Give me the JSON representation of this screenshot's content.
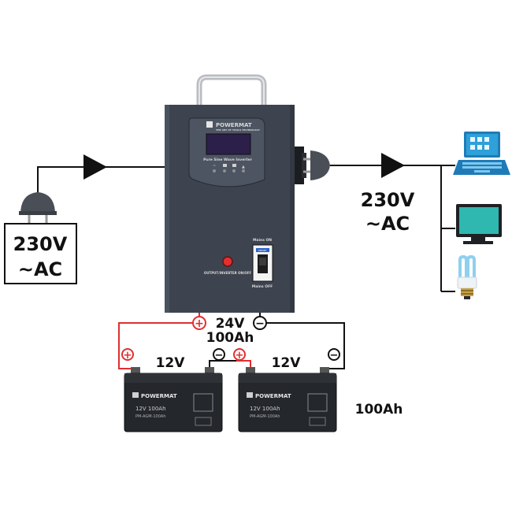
{
  "input_source": {
    "voltage": "230V",
    "type": "~AC"
  },
  "output": {
    "voltage": "230V",
    "type": "~AC"
  },
  "inverter": {
    "brand": "POWERMAT",
    "tagline": "THE ART OF TOOLS TECHNOLOGY",
    "model_label": "Pure Sine Wave Inverter",
    "switch_label": "OUTPUT/INVERTER ON/OFF",
    "mains_on": "Mains ON",
    "mains_off": "Mains OFF",
    "breaker_label": "DNMEF"
  },
  "bank": {
    "voltage": "24V",
    "capacity": "100Ah",
    "plus": "+",
    "minus": "−"
  },
  "battery_left": {
    "voltage": "12V",
    "plus": "+",
    "minus": "−"
  },
  "battery_right": {
    "voltage": "12V",
    "plus": "+",
    "minus": "−"
  },
  "battery_capacity": "100Ah",
  "battery_specs": {
    "brand": "POWERMAT",
    "line1": "12V 100Ah",
    "line2": "PM-AGM-100Ah"
  },
  "colors": {
    "positive": "#e03030",
    "negative": "#222222",
    "inverter": "#3d4450",
    "screen": "#2c1f4a"
  }
}
